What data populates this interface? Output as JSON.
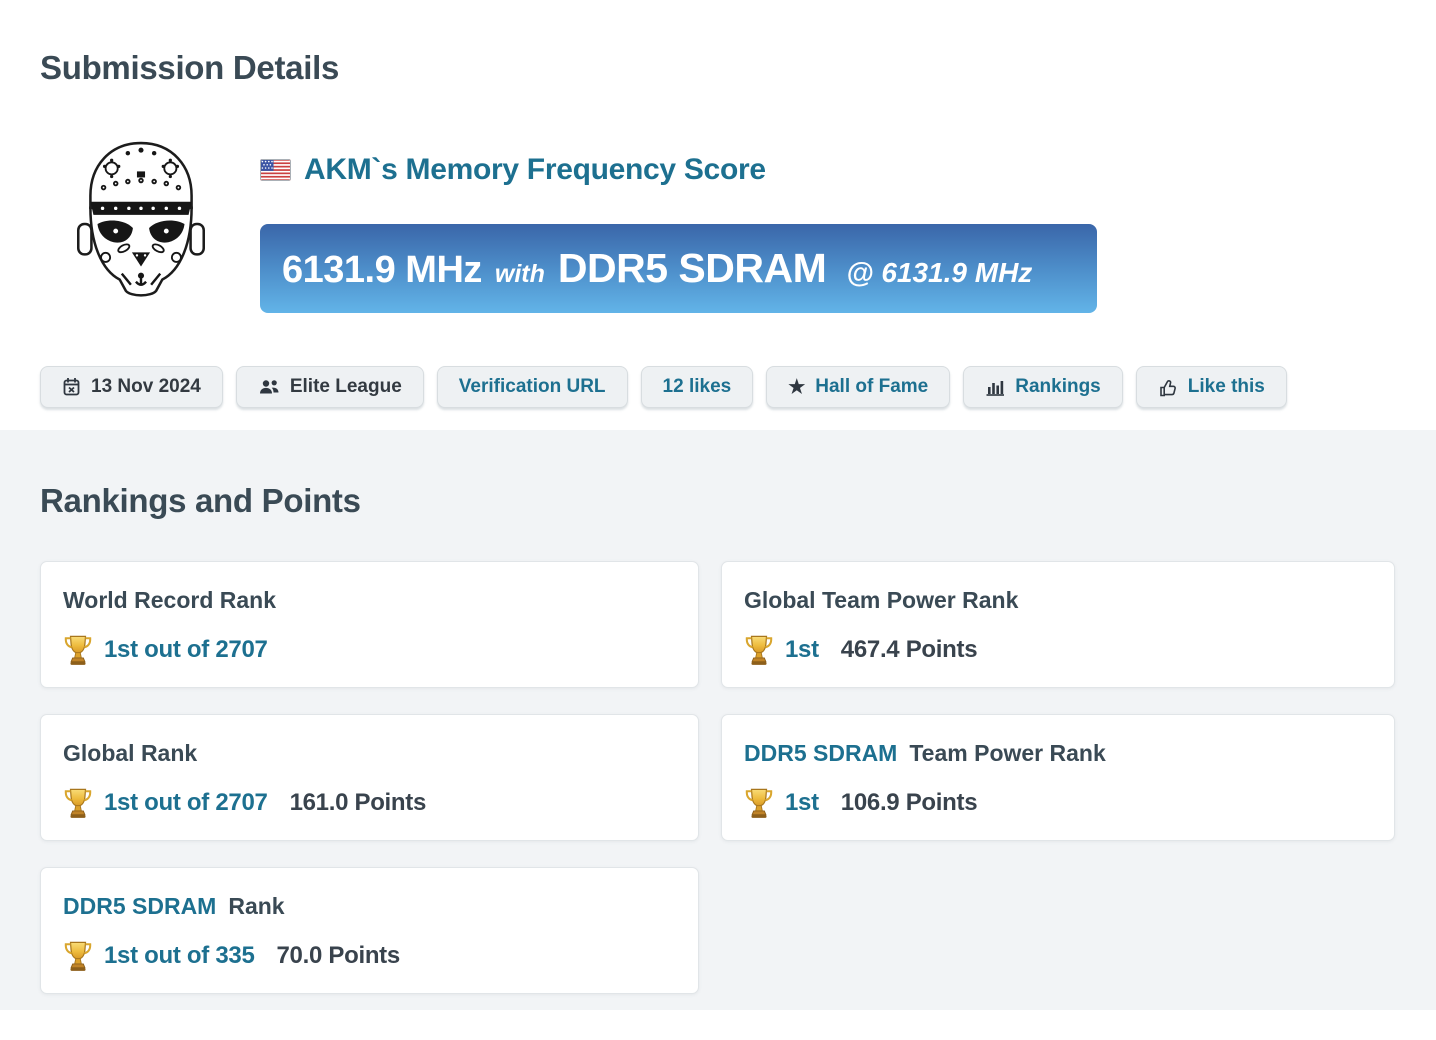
{
  "sections": {
    "submission_details": "Submission Details",
    "rankings_points": "Rankings and Points"
  },
  "submission": {
    "flag_country": "US",
    "title": "AKM`s Memory Frequency Score",
    "banner": {
      "score": "6131.9 MHz",
      "connector": "with",
      "hardware": "DDR5 SDRAM",
      "at_clock": "@ 6131.9 MHz"
    },
    "buttons": [
      {
        "label": "13 Nov 2024",
        "icon": "calendar-icon"
      },
      {
        "label": "Elite League",
        "icon": "users-icon"
      },
      {
        "label": "Verification URL",
        "icon": ""
      },
      {
        "label": "12 likes",
        "icon": ""
      },
      {
        "label": "Hall of Fame",
        "icon": "star-icon"
      },
      {
        "label": "Rankings",
        "icon": "bar-chart-icon"
      },
      {
        "label": "Like this",
        "icon": "thumbs-up-icon"
      }
    ]
  },
  "rankings": {
    "cards": [
      {
        "title_link": "",
        "title": "World Record Rank",
        "rank": "1st out of 2707",
        "points": ""
      },
      {
        "title_link": "",
        "title": "Global Team Power Rank",
        "rank": "1st",
        "points": "467.4 Points"
      },
      {
        "title_link": "",
        "title": "Global Rank",
        "rank": "1st out of 2707",
        "points": "161.0 Points"
      },
      {
        "title_link": "DDR5 SDRAM",
        "title": "Team Power Rank",
        "rank": "1st",
        "points": "106.9 Points"
      },
      {
        "title_link": "DDR5 SDRAM",
        "title": "Rank",
        "rank": "1st out of 335",
        "points": "70.0 Points"
      }
    ]
  },
  "colors": {
    "accent_teal": "#1d7090",
    "heading_slate": "#3a4a55",
    "banner_gradient_top": "#3a66a9",
    "banner_gradient_bottom": "#62b4e8",
    "section_background": "#f2f4f6",
    "pill_background": "#eef1f3",
    "trophy_gold": "#eebc3f"
  }
}
